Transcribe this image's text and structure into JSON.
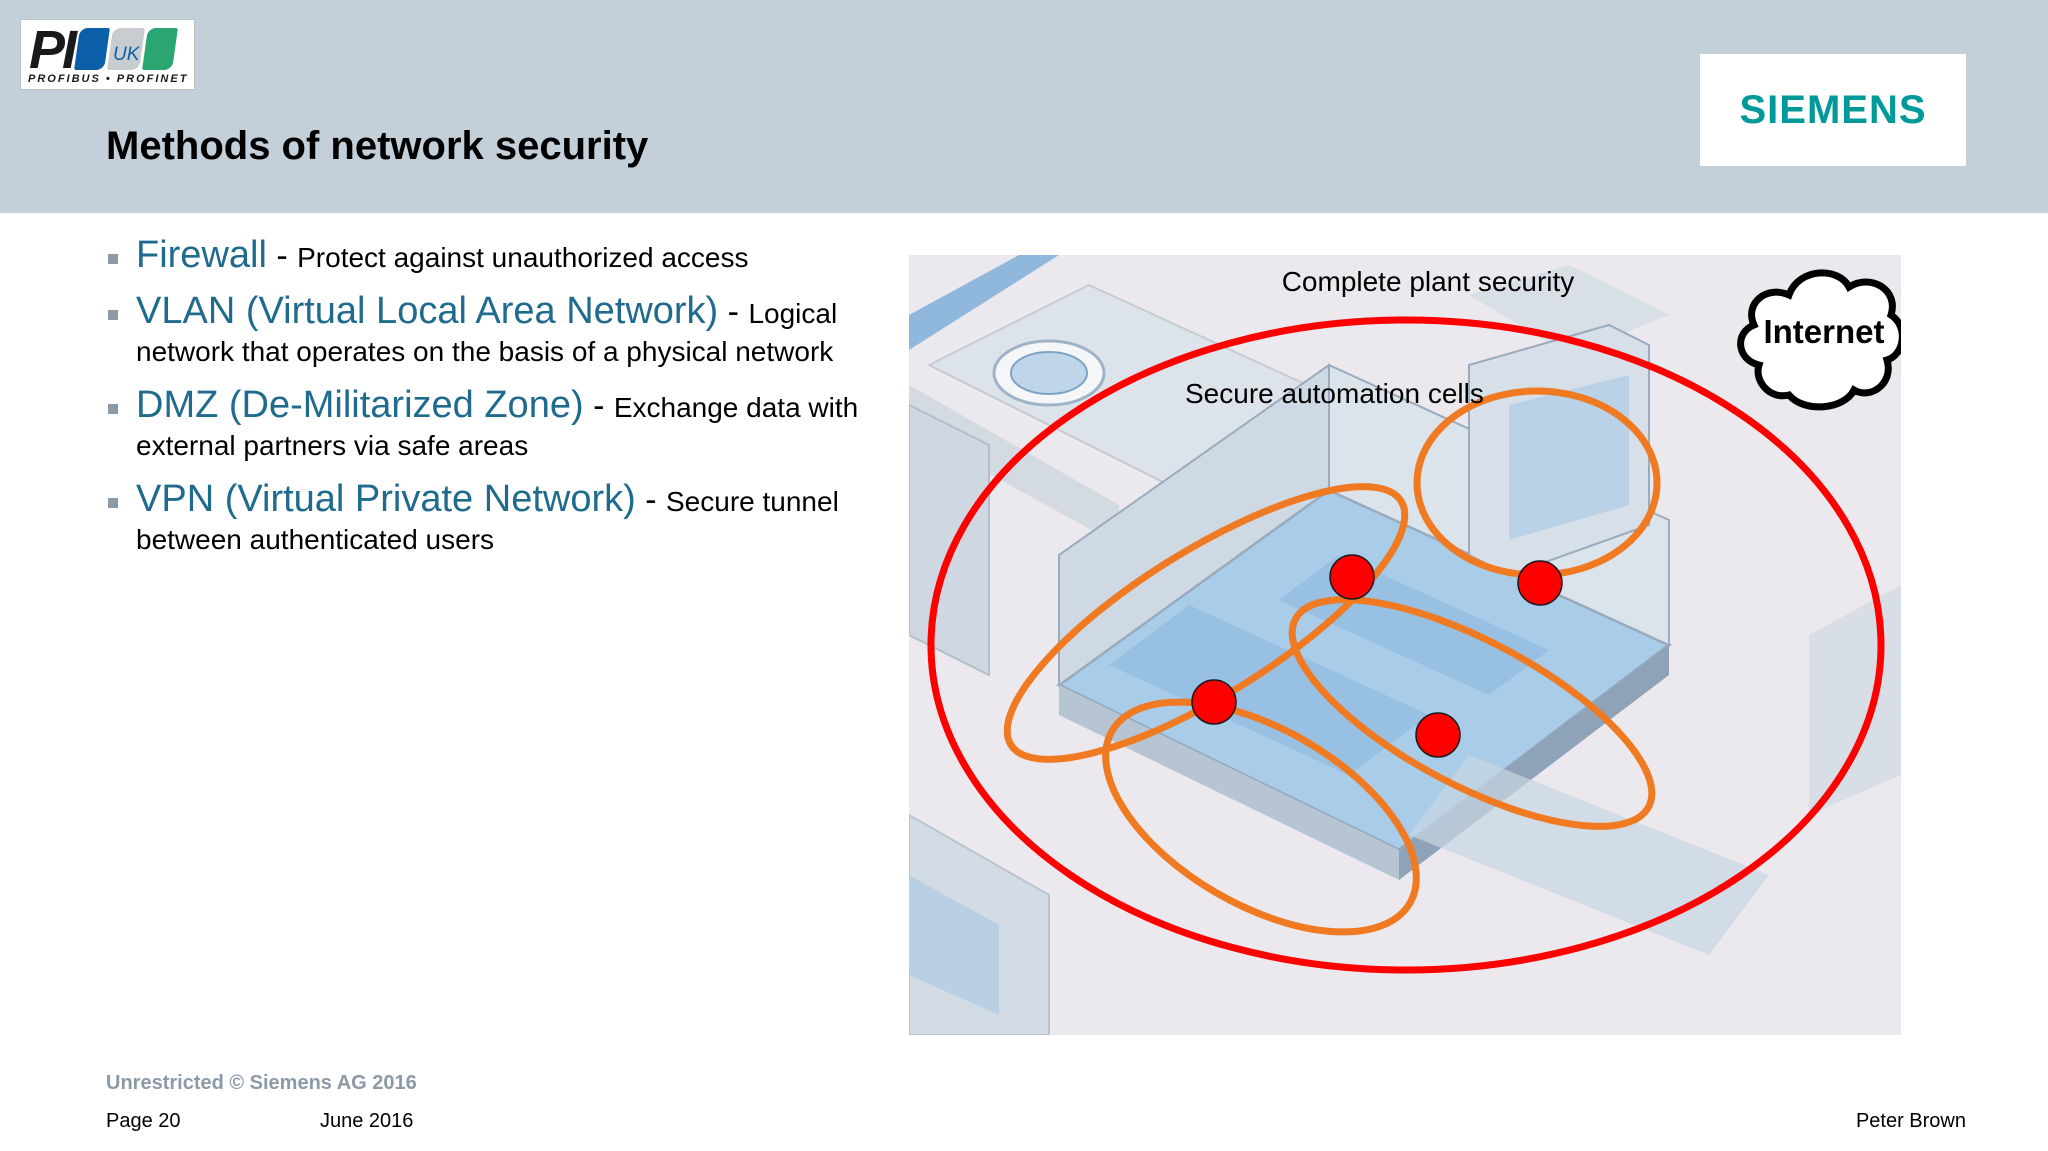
{
  "logo": {
    "pi_text": "PI",
    "region": "UK",
    "tagline": "PROFIBUS • PROFINET",
    "colors": {
      "blue": "#0a5fa8",
      "grey": "#c9cdd2",
      "green": "#2ba673"
    }
  },
  "brand": {
    "name": "SIEMENS",
    "color": "#009999"
  },
  "slide": {
    "title": "Methods of network security"
  },
  "bullets": [
    {
      "term": "Firewall",
      "separator": " - ",
      "description": "Protect against unauthorized access"
    },
    {
      "term": "VLAN (Virtual Local Area Network)",
      "separator": " - ",
      "description": "Logical network that operates on the basis of a physical network"
    },
    {
      "term": "DMZ (De-Militarized Zone)",
      "separator": " - ",
      "description": "Exchange data with external partners via safe areas"
    },
    {
      "term": "VPN (Virtual Private Network)",
      "separator": " - ",
      "description": "Secure tunnel between authenticated users"
    }
  ],
  "diagram": {
    "outer_label": "Complete plant security",
    "inner_label": "Secure automation cells",
    "cloud_label": "Internet",
    "colors": {
      "plant_ring": "#ff0000",
      "cells": "#f07a22",
      "nodes": "#ff0000",
      "floor": "#a9cce8"
    }
  },
  "footer": {
    "copyright": "Unrestricted © Siemens AG 2016",
    "page": "Page 20",
    "date": "June 2016",
    "author": "Peter Brown"
  }
}
